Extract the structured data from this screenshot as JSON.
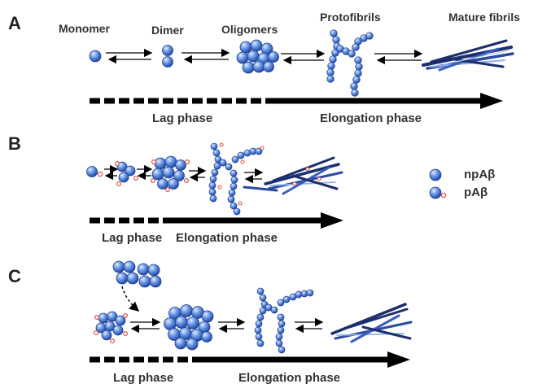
{
  "panels": [
    {
      "letter": "A",
      "stages": [
        "Monomer",
        "Dimer",
        "Oligomers",
        "Protofibrils",
        "Mature fibrils"
      ],
      "lag_label": "Lag phase",
      "elongation_label": "Elongation phase"
    },
    {
      "letter": "B",
      "lag_label": "Lag phase",
      "elongation_label": "Elongation phase"
    },
    {
      "letter": "C",
      "lag_label": "Lag phase",
      "elongation_label": "Elongation phase"
    }
  ],
  "legend": {
    "items": [
      {
        "label": "npAβ",
        "icon": "np-abeta-sphere-icon"
      },
      {
        "label": "pAβ",
        "icon": "p-abeta-sphere-icon"
      }
    ]
  },
  "colors": {
    "sphere_fill": "#4a7fd8",
    "sphere_stroke": "#1f3f8f",
    "phospho_dot": "#d9534f",
    "fibril_dark": "#1d2e6e",
    "fibril_light": "#8fb0e8",
    "arrow": "#000000"
  }
}
